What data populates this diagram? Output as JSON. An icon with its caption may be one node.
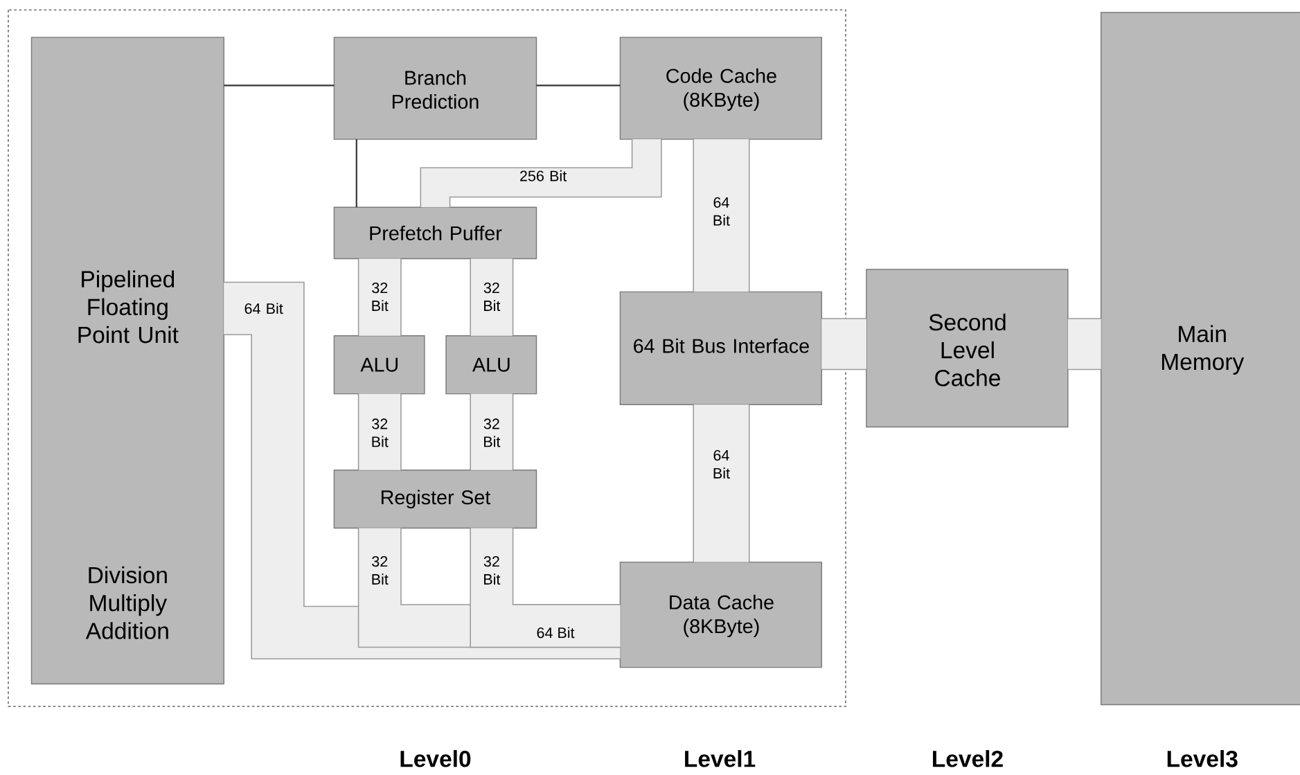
{
  "diagram": {
    "nodes": [
      {
        "text": [
          "Pipelined Floating Point Unit",
          "Division Multiply Addition"
        ]
      },
      {
        "text": [
          "Branch Prediction"
        ]
      },
      {
        "text": [
          "Code Cache (8KByte)"
        ]
      },
      {
        "text": [
          "Prefetch Puffer"
        ]
      },
      {
        "text": [
          "ALU"
        ]
      },
      {
        "text": [
          "ALU"
        ]
      },
      {
        "text": [
          "64 Bit Bus Interface"
        ]
      },
      {
        "text": [
          "Register Set"
        ]
      },
      {
        "text": [
          "Data Cache (8KByte)"
        ]
      },
      {
        "text": [
          "Second Level Cache"
        ]
      },
      {
        "text": [
          "Main Memory"
        ]
      }
    ],
    "edges": [
      {
        "from": 0,
        "to": 1,
        "arrow": "none",
        "color": "#333333"
      },
      {
        "from": 1,
        "to": 2,
        "arrow": "none",
        "color": "#333333"
      },
      {
        "from": 1,
        "to": 3,
        "arrow": "none",
        "color": "#333333"
      },
      {
        "from": 2,
        "to": 3,
        "arrow": "none",
        "label": "256 Bit"
      },
      {
        "from": 3,
        "to": 4,
        "arrow": "none",
        "label": "32 Bit"
      },
      {
        "from": 3,
        "to": 5,
        "arrow": "none",
        "label": "32 Bit"
      },
      {
        "from": 4,
        "to": 7,
        "arrow": "none",
        "label": "32 Bit"
      },
      {
        "from": 5,
        "to": 7,
        "arrow": "none",
        "label": "32 Bit"
      },
      {
        "from": 0,
        "to": 8,
        "arrow": "none",
        "label": "64 Bit"
      },
      {
        "from": 7,
        "to": 8,
        "arrow": "none",
        "label": "32 Bit"
      },
      {
        "from": 7,
        "to": 8,
        "arrow": "none",
        "label": "32 Bit"
      },
      {
        "from": 2,
        "to": 6,
        "arrow": "none",
        "label": "64 Bit"
      },
      {
        "from": 6,
        "to": 8,
        "arrow": "none",
        "label": "64 Bit"
      },
      {
        "from": 6,
        "to": 9,
        "arrow": "none"
      },
      {
        "from": 9,
        "to": 10,
        "arrow": "none"
      }
    ],
    "labels": [
      "64 Bit",
      "Level0",
      "Level1",
      "Level2",
      "Level3"
    ]
  }
}
